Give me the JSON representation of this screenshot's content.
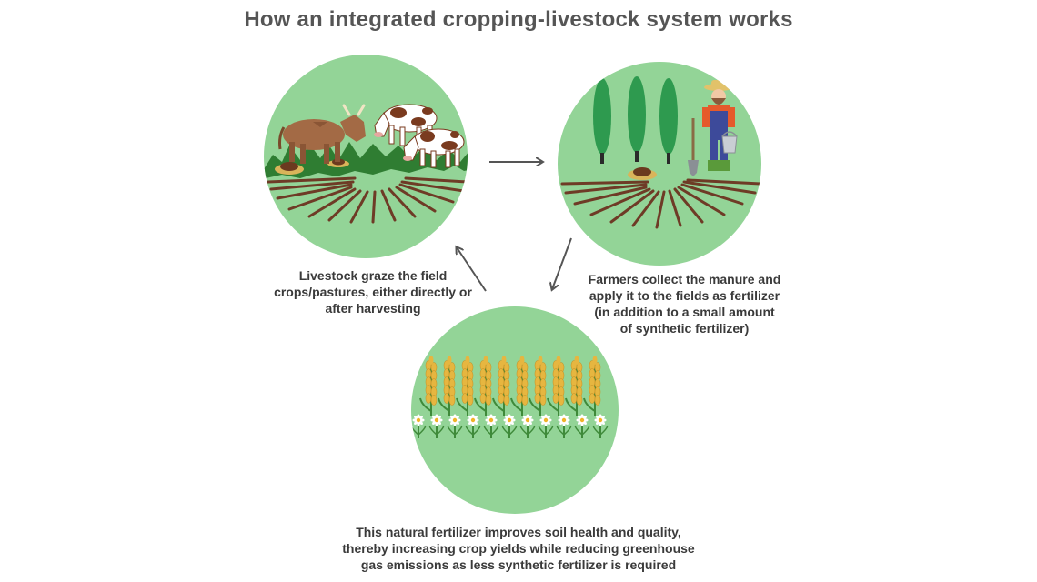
{
  "title": "How an integrated cropping-livestock system works",
  "steps": {
    "graze": {
      "caption": "Livestock graze the field\ncrops/pastures, either directly or\nafter harvesting"
    },
    "manure": {
      "caption": "Farmers collect the manure and\napply it to the fields as fertilizer\n(in addition to a small amount\nof synthetic fertilizer)"
    },
    "result": {
      "caption": "This natural fertilizer improves soil health and quality,\nthereby increasing crop yields while reducing greenhouse\ngas emissions as less synthetic fertilizer is required"
    }
  },
  "colors": {
    "circle": "#93d497",
    "circle_edge": "#7cc281",
    "title": "#555555",
    "text": "#3a3a3a",
    "arrow": "#555555",
    "soil": "#6e3b26",
    "grass": "#2f7d32",
    "tree": "#2e9a4f",
    "wheat": "#e6b640",
    "cow_brown": "#a36a45",
    "cow_spot": "#7a3b1f",
    "daisy": "#ffffff"
  },
  "icons": [
    "cattle-icon",
    "cow-icon",
    "tree-icon",
    "farmer-icon",
    "manure-icon",
    "wheat-icon",
    "daisy-icon",
    "arrow-icon"
  ]
}
